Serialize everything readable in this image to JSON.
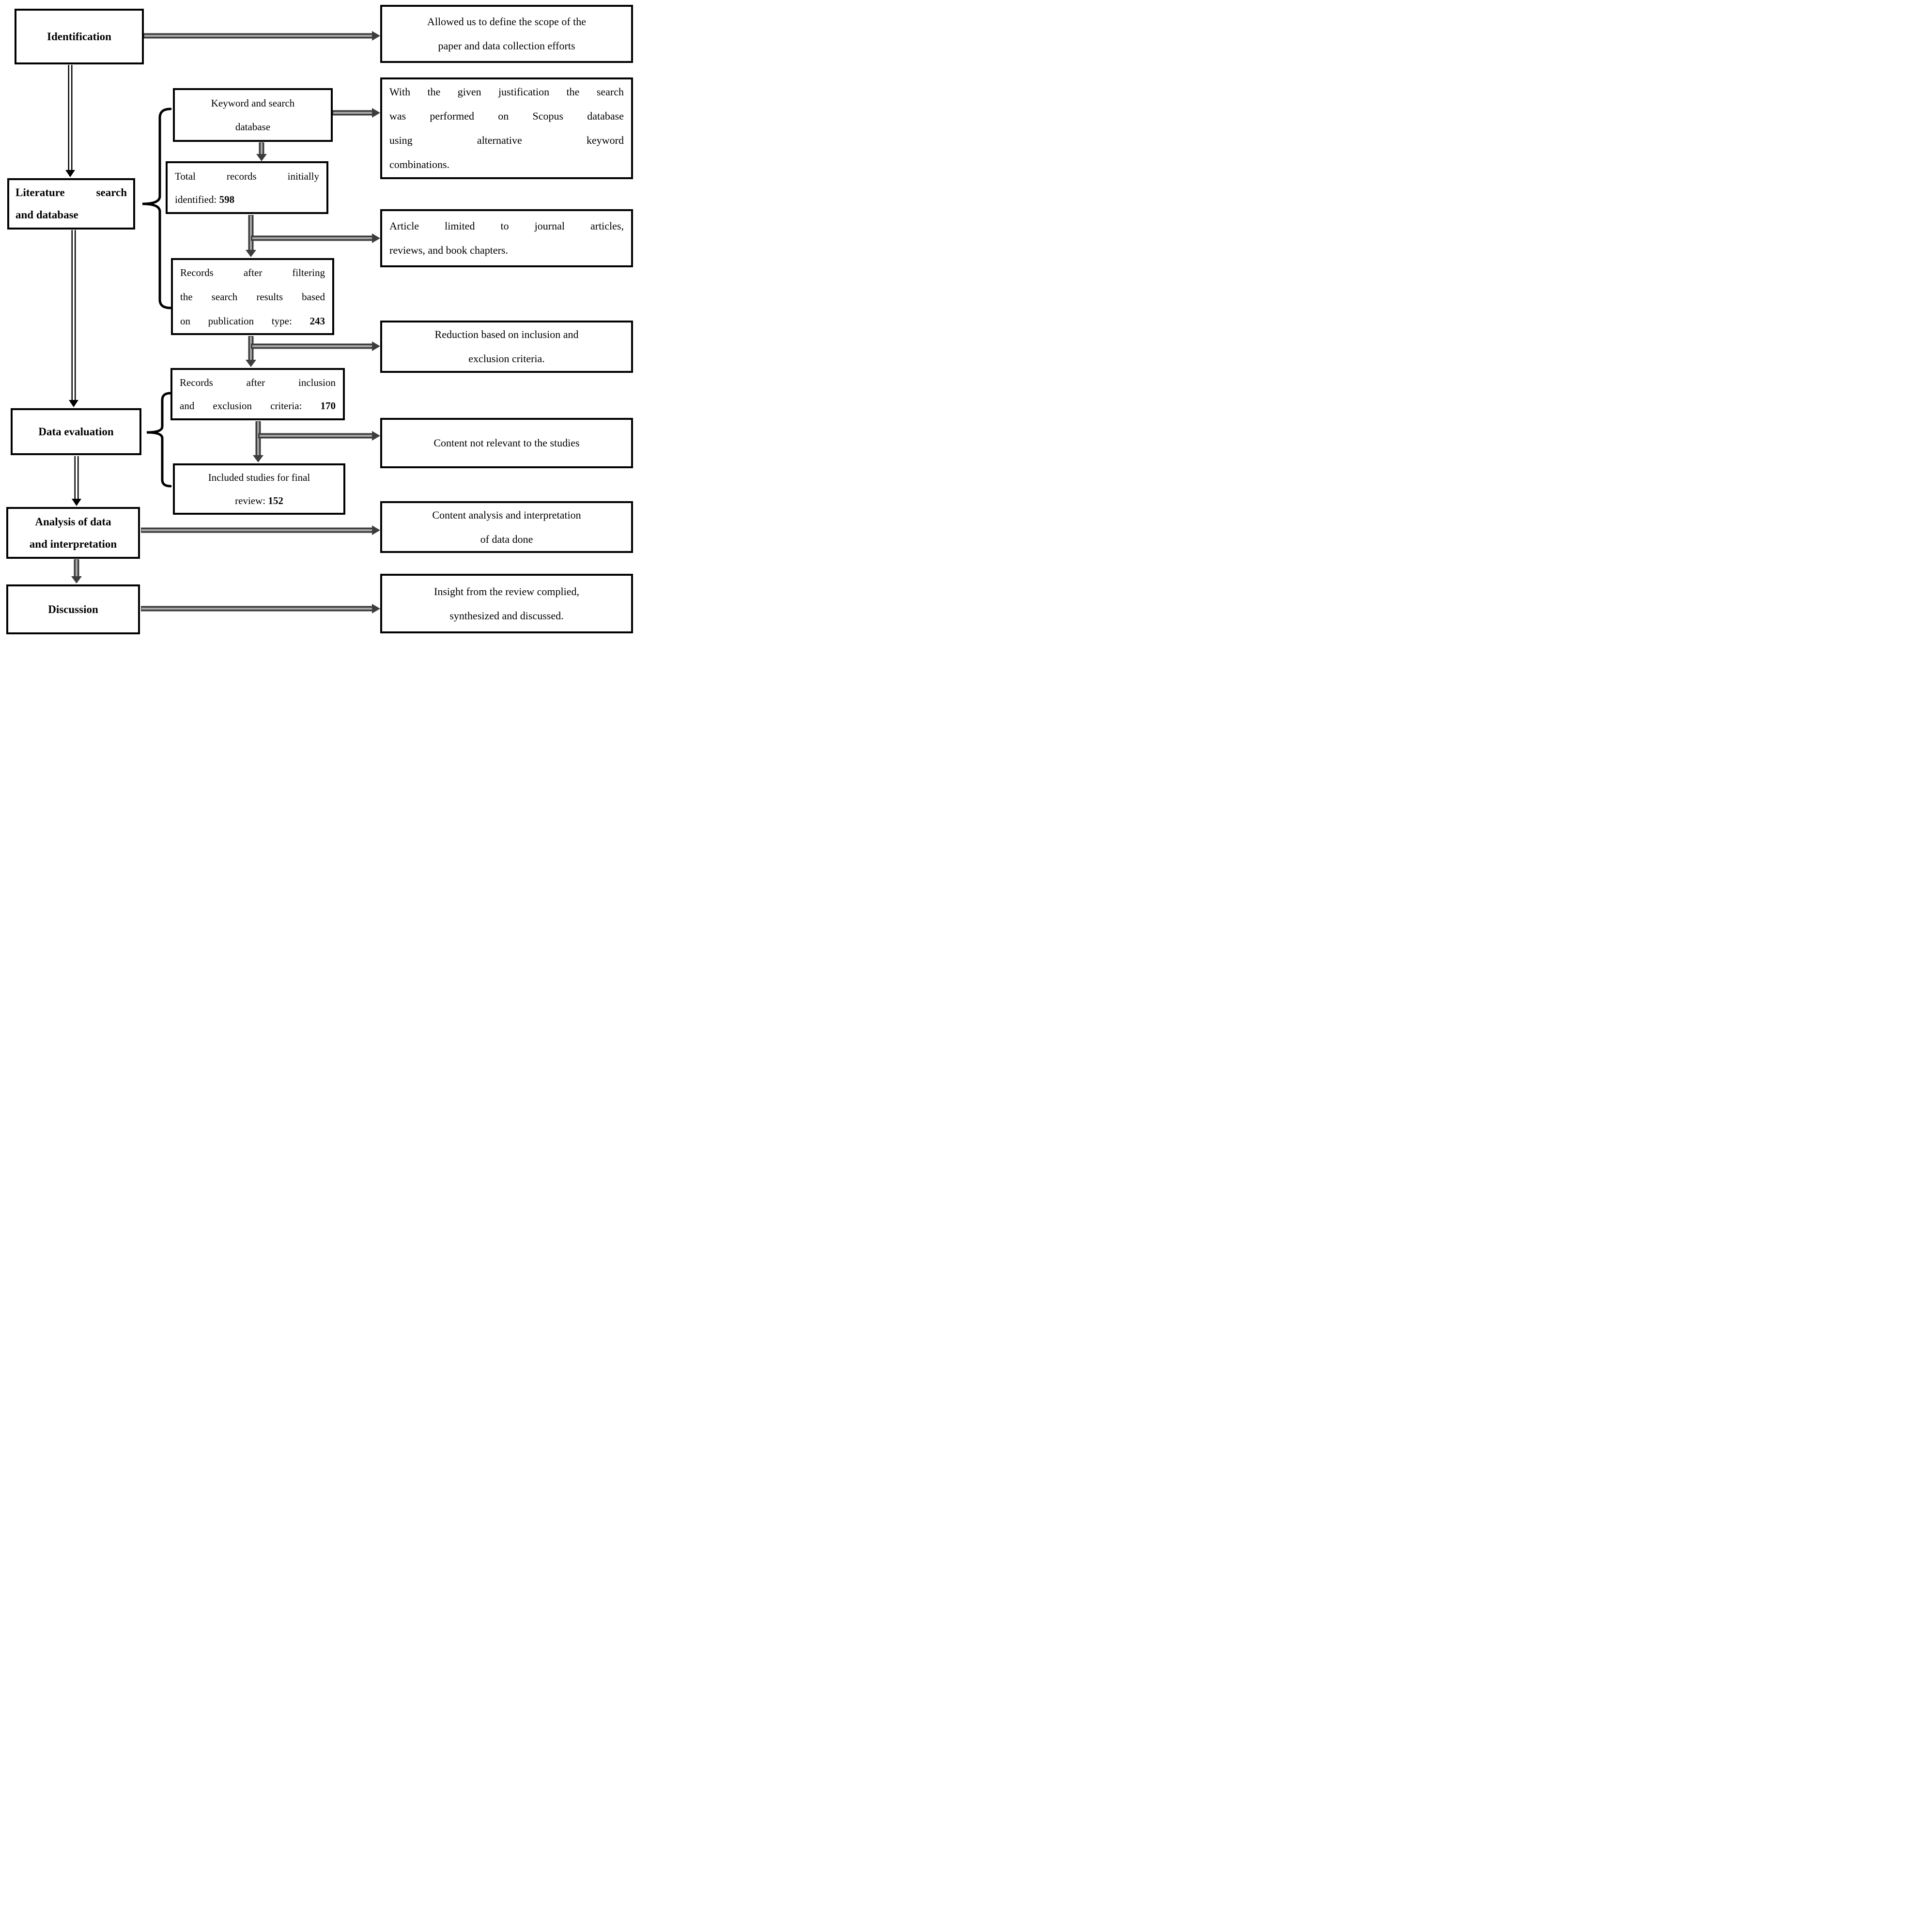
{
  "colors": {
    "box_border": "#000000",
    "background": "#ffffff",
    "arrow_gray_dark": "#3d3d3d",
    "arrow_gray_light": "#a8a8a8",
    "arrow_hollow_outline": "#000000",
    "arrow_hollow_fill": "#ffffff"
  },
  "boxes": {
    "identification": {
      "lines": [
        {
          "text": "Identification",
          "align": "c"
        }
      ]
    },
    "literature": {
      "lines": [
        {
          "text": "Literature search",
          "align": "j"
        },
        {
          "text": "and database",
          "align": "l"
        }
      ]
    },
    "data_evaluation": {
      "lines": [
        {
          "text": "Data evaluation",
          "align": "c"
        }
      ]
    },
    "analysis": {
      "lines": [
        {
          "text": "Analysis of data",
          "align": "c"
        },
        {
          "text": "and interpretation",
          "align": "c"
        }
      ]
    },
    "discussion": {
      "lines": [
        {
          "text": "Discussion",
          "align": "c"
        }
      ]
    },
    "keyword": {
      "lines": [
        {
          "text": "Keyword and search",
          "align": "c"
        },
        {
          "text": "database",
          "align": "c"
        }
      ]
    },
    "total_records": {
      "lines": [
        {
          "text": "Total records initially",
          "align": "j"
        },
        {
          "text": "identified: ",
          "bold": "598",
          "align": "l"
        }
      ]
    },
    "records_filtering": {
      "lines": [
        {
          "text": "Records after filtering",
          "align": "j"
        },
        {
          "text": "the search results based",
          "align": "j"
        },
        {
          "text": "on publication type: ",
          "bold": "243",
          "align": "j"
        }
      ]
    },
    "records_inclusion": {
      "lines": [
        {
          "text": "Records after inclusion",
          "align": "j"
        },
        {
          "text": "and exclusion criteria: ",
          "bold": "170",
          "align": "j"
        }
      ]
    },
    "included_studies": {
      "lines": [
        {
          "text": "Included studies for final",
          "align": "c"
        },
        {
          "text": "review: ",
          "bold": "152",
          "align": "c"
        }
      ]
    },
    "note_scope": {
      "lines": [
        {
          "text": "Allowed us to define the scope of the",
          "align": "c"
        },
        {
          "text": "paper and data collection efforts",
          "align": "c"
        }
      ]
    },
    "note_scopus": {
      "lines": [
        {
          "text": "With the given justification the search",
          "align": "j"
        },
        {
          "text": "was performed on Scopus database",
          "align": "j"
        },
        {
          "text": "using alternative keyword",
          "align": "j"
        },
        {
          "text": "combinations.",
          "align": "l"
        }
      ]
    },
    "note_article_limited": {
      "lines": [
        {
          "text": "Article limited to journal articles,",
          "align": "j"
        },
        {
          "text": "reviews, and book chapters.",
          "align": "l"
        }
      ]
    },
    "note_reduction": {
      "lines": [
        {
          "text": "Reduction based on inclusion and",
          "align": "c"
        },
        {
          "text": "exclusion criteria.",
          "align": "c"
        }
      ]
    },
    "note_not_relevant": {
      "lines": [
        {
          "text": "Content not relevant to the studies",
          "align": "c"
        }
      ]
    },
    "note_content_analysis": {
      "lines": [
        {
          "text": "Content analysis and interpretation",
          "align": "c"
        },
        {
          "text": "of data done",
          "align": "c"
        }
      ]
    },
    "note_insight": {
      "lines": [
        {
          "text": "Insight from the review complied,",
          "align": "c"
        },
        {
          "text": "synthesized and discussed.",
          "align": "c"
        }
      ]
    }
  }
}
